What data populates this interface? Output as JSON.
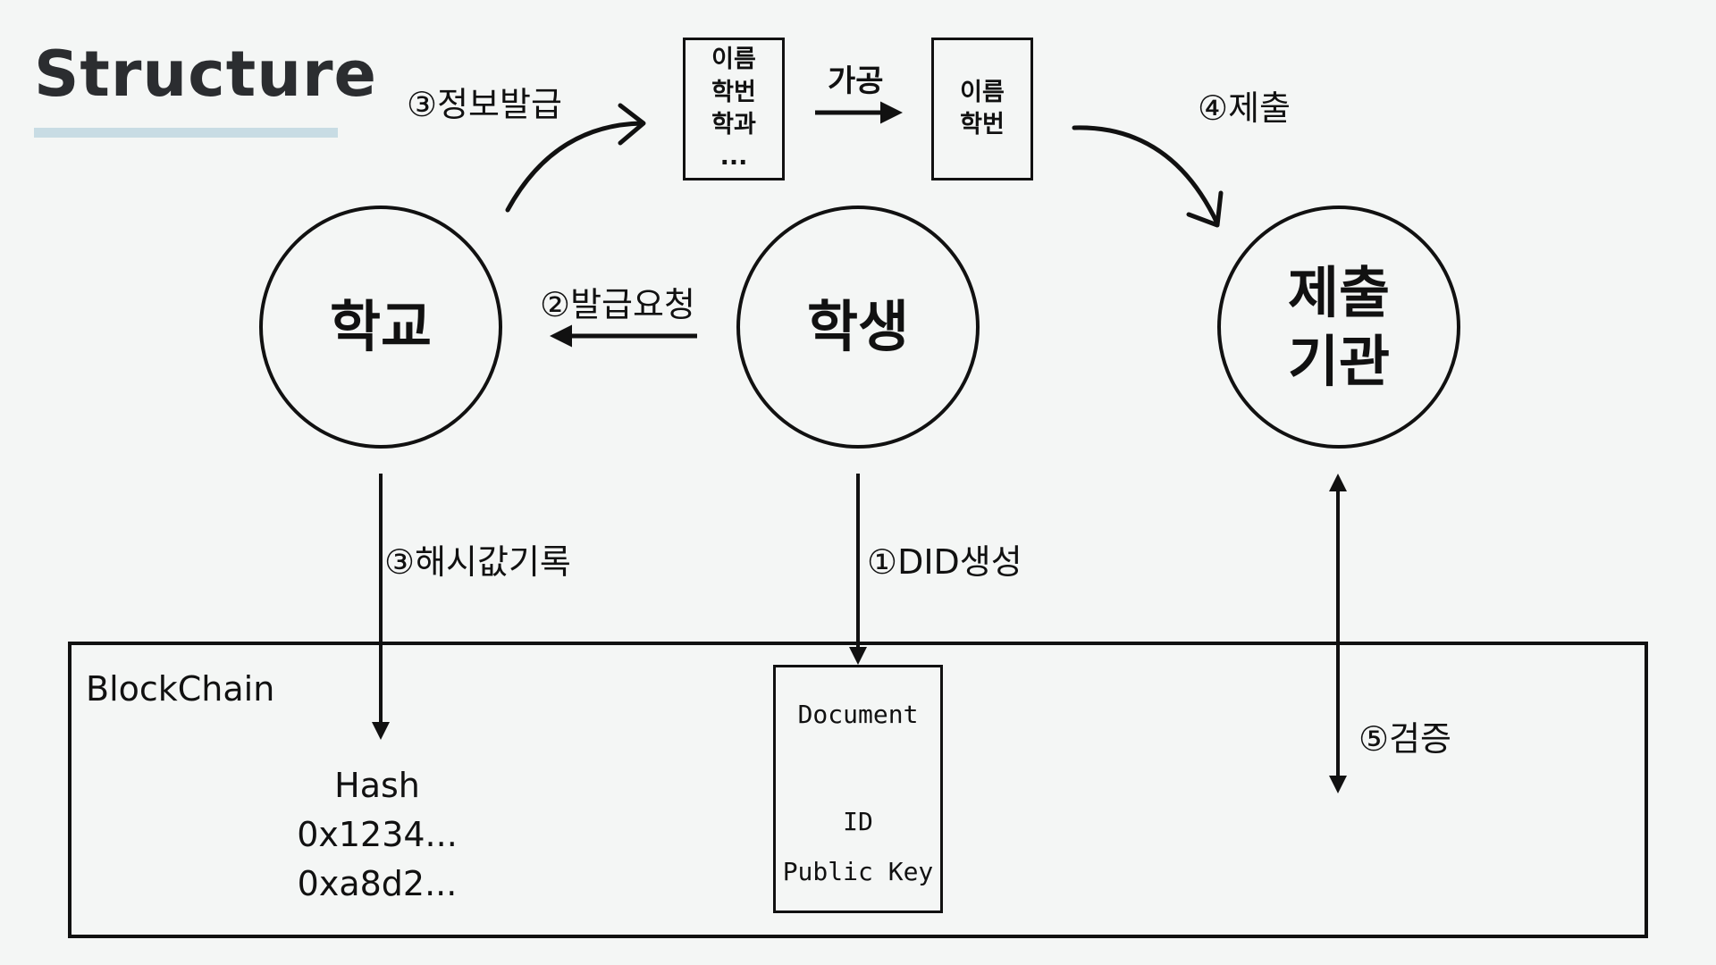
{
  "title": "Structure",
  "nodes": {
    "school": "학교",
    "student": "학생",
    "institution_line1": "제출",
    "institution_line2": "기관"
  },
  "issued_doc": {
    "lines": [
      "이름",
      "학번",
      "학과",
      "..."
    ]
  },
  "processed_doc": {
    "lines": [
      "이름",
      "학번"
    ]
  },
  "process_label": "가공",
  "steps": {
    "did_create": "①DID생성",
    "issue_request": "②발급요청",
    "info_issue": "③정보발급",
    "hash_record": "③해시값기록",
    "submit": "④제출",
    "verify": "⑤검증"
  },
  "blockchain": {
    "label": "BlockChain",
    "hash_title": "Hash",
    "hash_values": [
      "0x1234...",
      "0xa8d2..."
    ],
    "did_document": {
      "title": "Document",
      "id": "ID",
      "key": "Public Key"
    }
  },
  "colors": {
    "background": "#f4f6f5",
    "stroke": "#111111",
    "title": "#2b2d30",
    "title_underline": "#c8dce4"
  }
}
